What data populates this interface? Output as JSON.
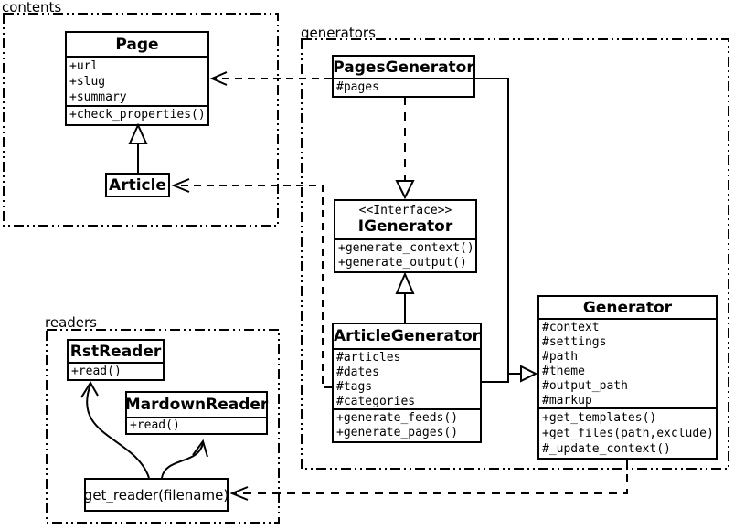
{
  "colors": {
    "line": "#000000",
    "background": "#ffffff"
  },
  "packages": {
    "contents": {
      "label": "contents"
    },
    "generators": {
      "label": "generators"
    },
    "readers": {
      "label": "readers"
    }
  },
  "classes": {
    "page": {
      "name": "Page",
      "attributes": [
        "+url",
        "+slug",
        "+summary"
      ],
      "methods": [
        "+check_properties()"
      ]
    },
    "article": {
      "name": "Article"
    },
    "pages_generator": {
      "name": "PagesGenerator",
      "attributes": [
        "#pages"
      ]
    },
    "igenerator": {
      "stereotype": "<<Interface>>",
      "name": "IGenerator",
      "methods": [
        "+generate_context()",
        "+generate_output()"
      ]
    },
    "article_generator": {
      "name": "ArticleGenerator",
      "attributes": [
        "#articles",
        "#dates",
        "#tags",
        "#categories"
      ],
      "methods": [
        "+generate_feeds()",
        "+generate_pages()"
      ]
    },
    "generator": {
      "name": "Generator",
      "attributes": [
        "#context",
        "#settings",
        "#path",
        "#theme",
        "#output_path",
        "#markup"
      ],
      "methods": [
        "+get_templates()",
        "+get_files(path,exclude)",
        "#_update_context()"
      ]
    },
    "rst_reader": {
      "name": "RstReader",
      "methods": [
        "+read()"
      ]
    },
    "mardown_reader": {
      "name": "MardownReader",
      "methods": [
        "+read()"
      ]
    },
    "get_reader": {
      "label": "get_reader(filename)"
    }
  }
}
